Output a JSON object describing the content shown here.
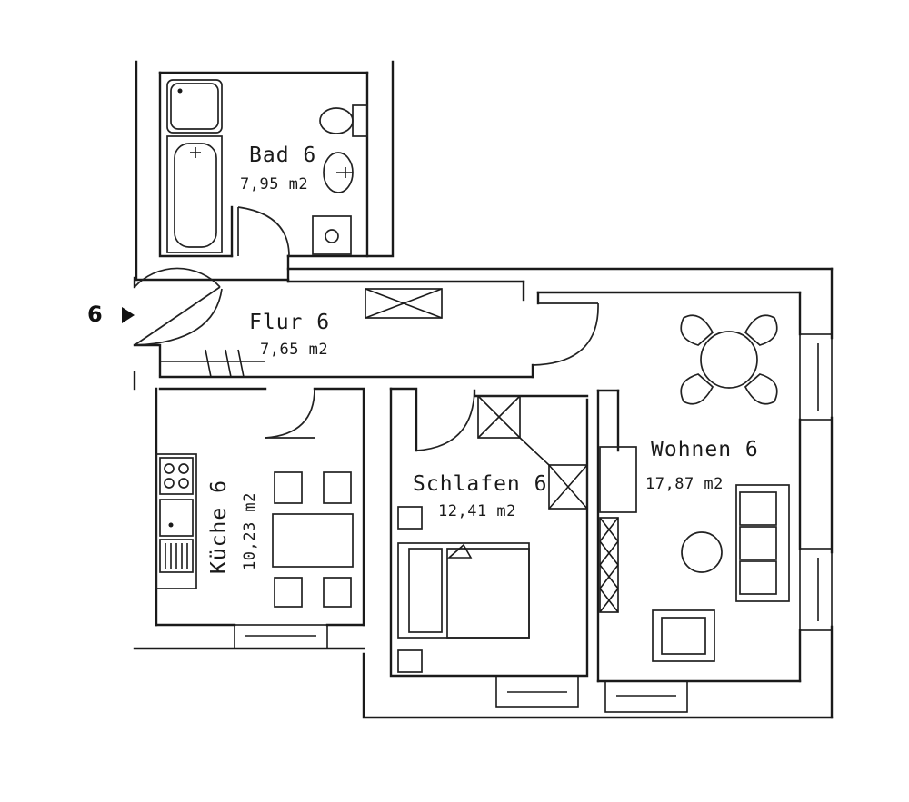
{
  "unit_marker": "6",
  "rooms": {
    "bad": {
      "name": "Bad 6",
      "area": "7,95 m2"
    },
    "flur": {
      "name": "Flur 6",
      "area": "7,65 m2"
    },
    "kueche": {
      "name": "Küche 6",
      "area": "10,23 m2"
    },
    "schlafen": {
      "name": "Schlafen 6",
      "area": "12,41 m2"
    },
    "wohnen": {
      "name": "Wohnen 6",
      "area": "17,87 m2"
    }
  },
  "colors": {
    "line": "#1a1a1a",
    "background": "#ffffff"
  }
}
